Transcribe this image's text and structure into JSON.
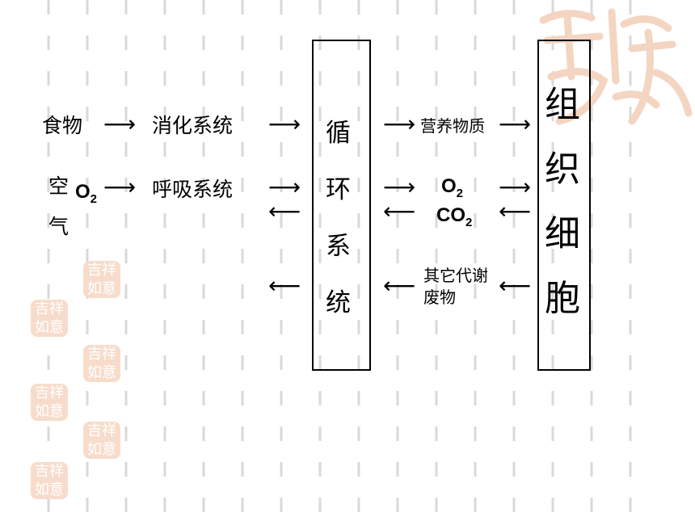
{
  "rows": {
    "food": {
      "source": "食物",
      "system": "消化系统"
    },
    "air": {
      "source_top": "空",
      "source_bottom": "气",
      "gas": "O",
      "gas_sub": "2",
      "system": "呼吸系统"
    }
  },
  "center_box": {
    "chars": [
      "循",
      "环",
      "系",
      "统"
    ]
  },
  "tissue_box": {
    "chars": [
      "组",
      "织",
      "细",
      "胞"
    ]
  },
  "exchange": {
    "nutrients": "营养物质",
    "o2": "O",
    "o2_sub": "2",
    "co2": "CO",
    "co2_sub": "2",
    "waste_line1": "其它代谢",
    "waste_line2": "废物"
  },
  "arrows": {
    "right": "⟶",
    "left": "⟵"
  },
  "decor": {
    "seal_text": "吉祥如意"
  },
  "colors": {
    "seal": "#f7dccb",
    "dash": "#d9d9d9",
    "line": "#000000"
  }
}
